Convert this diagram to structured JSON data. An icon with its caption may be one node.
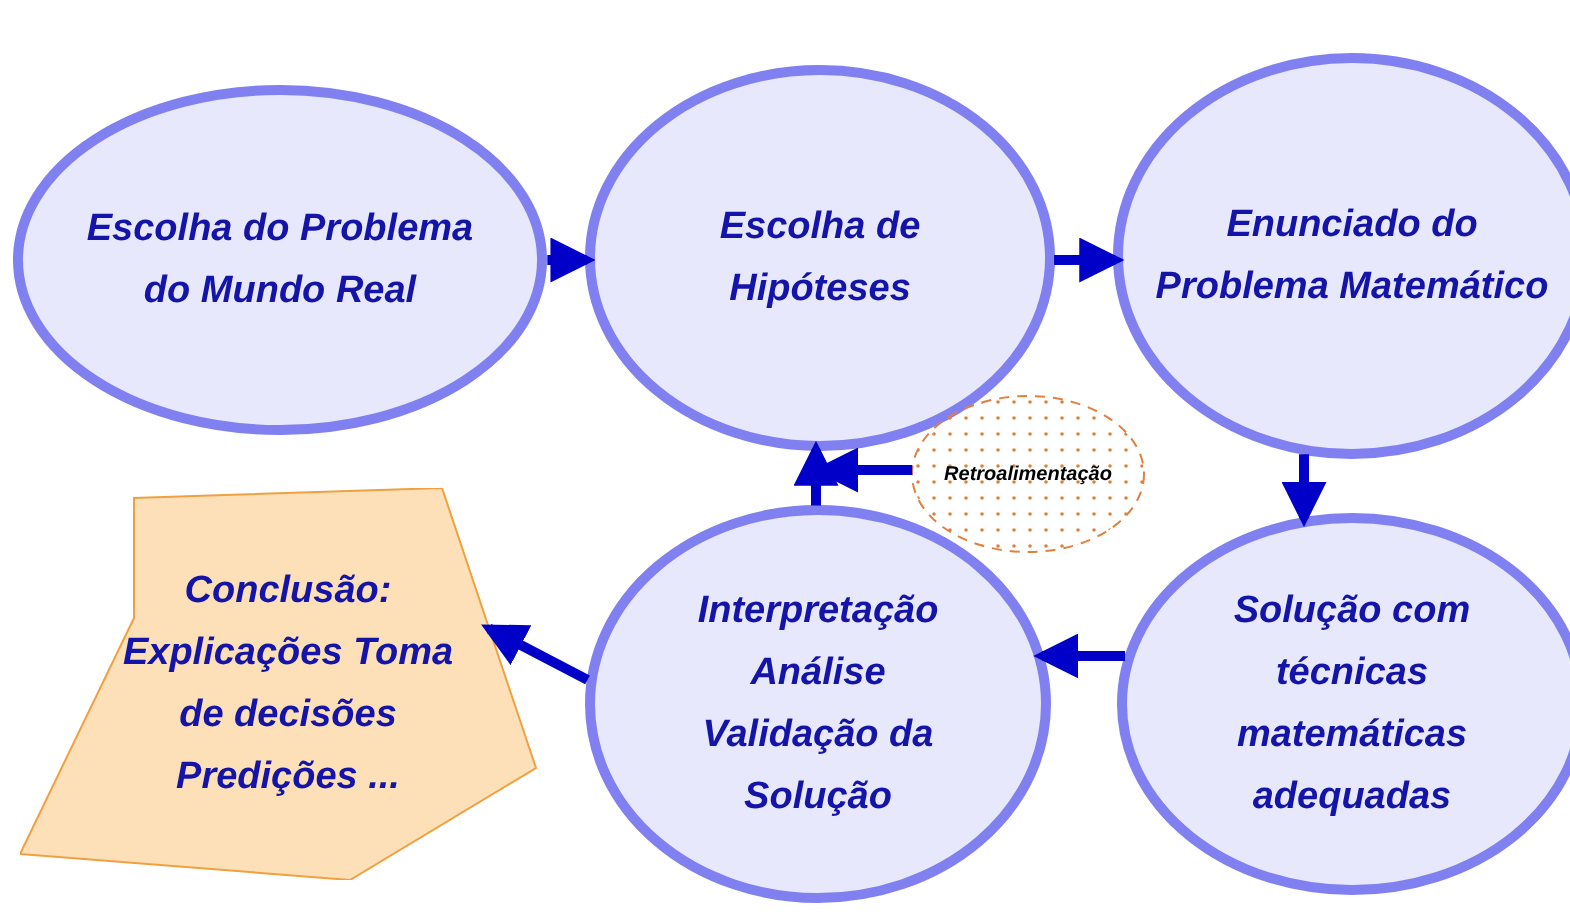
{
  "diagram": {
    "nodes": [
      {
        "text": [
          "Escolha do Problema do Mundo Real"
        ]
      },
      {
        "text": [
          "Escolha de Hipóteses"
        ]
      },
      {
        "text": [
          "Enunciado do Problema Matemático"
        ]
      },
      {
        "text": [
          "Solução com técnicas matemáticas adequadas"
        ]
      },
      {
        "text": [
          "Interpretação Análise Validação da Solução"
        ]
      },
      {
        "text": [
          "Conclusão:",
          "Explicações Toma de decisões Predições ..."
        ]
      },
      {
        "text": [
          "Retroalimentação"
        ]
      }
    ],
    "edges": [
      {
        "from": 0,
        "to": 1,
        "arrow": "to"
      },
      {
        "from": 1,
        "to": 2,
        "arrow": "to"
      },
      {
        "from": 2,
        "to": 3,
        "arrow": "to"
      },
      {
        "from": 3,
        "to": 4,
        "arrow": "to"
      },
      {
        "from": 4,
        "to": 1,
        "arrow": "to"
      },
      {
        "from": 6,
        "to": 1,
        "arrow": "to"
      },
      {
        "from": 4,
        "to": 5,
        "arrow": "to"
      }
    ]
  }
}
